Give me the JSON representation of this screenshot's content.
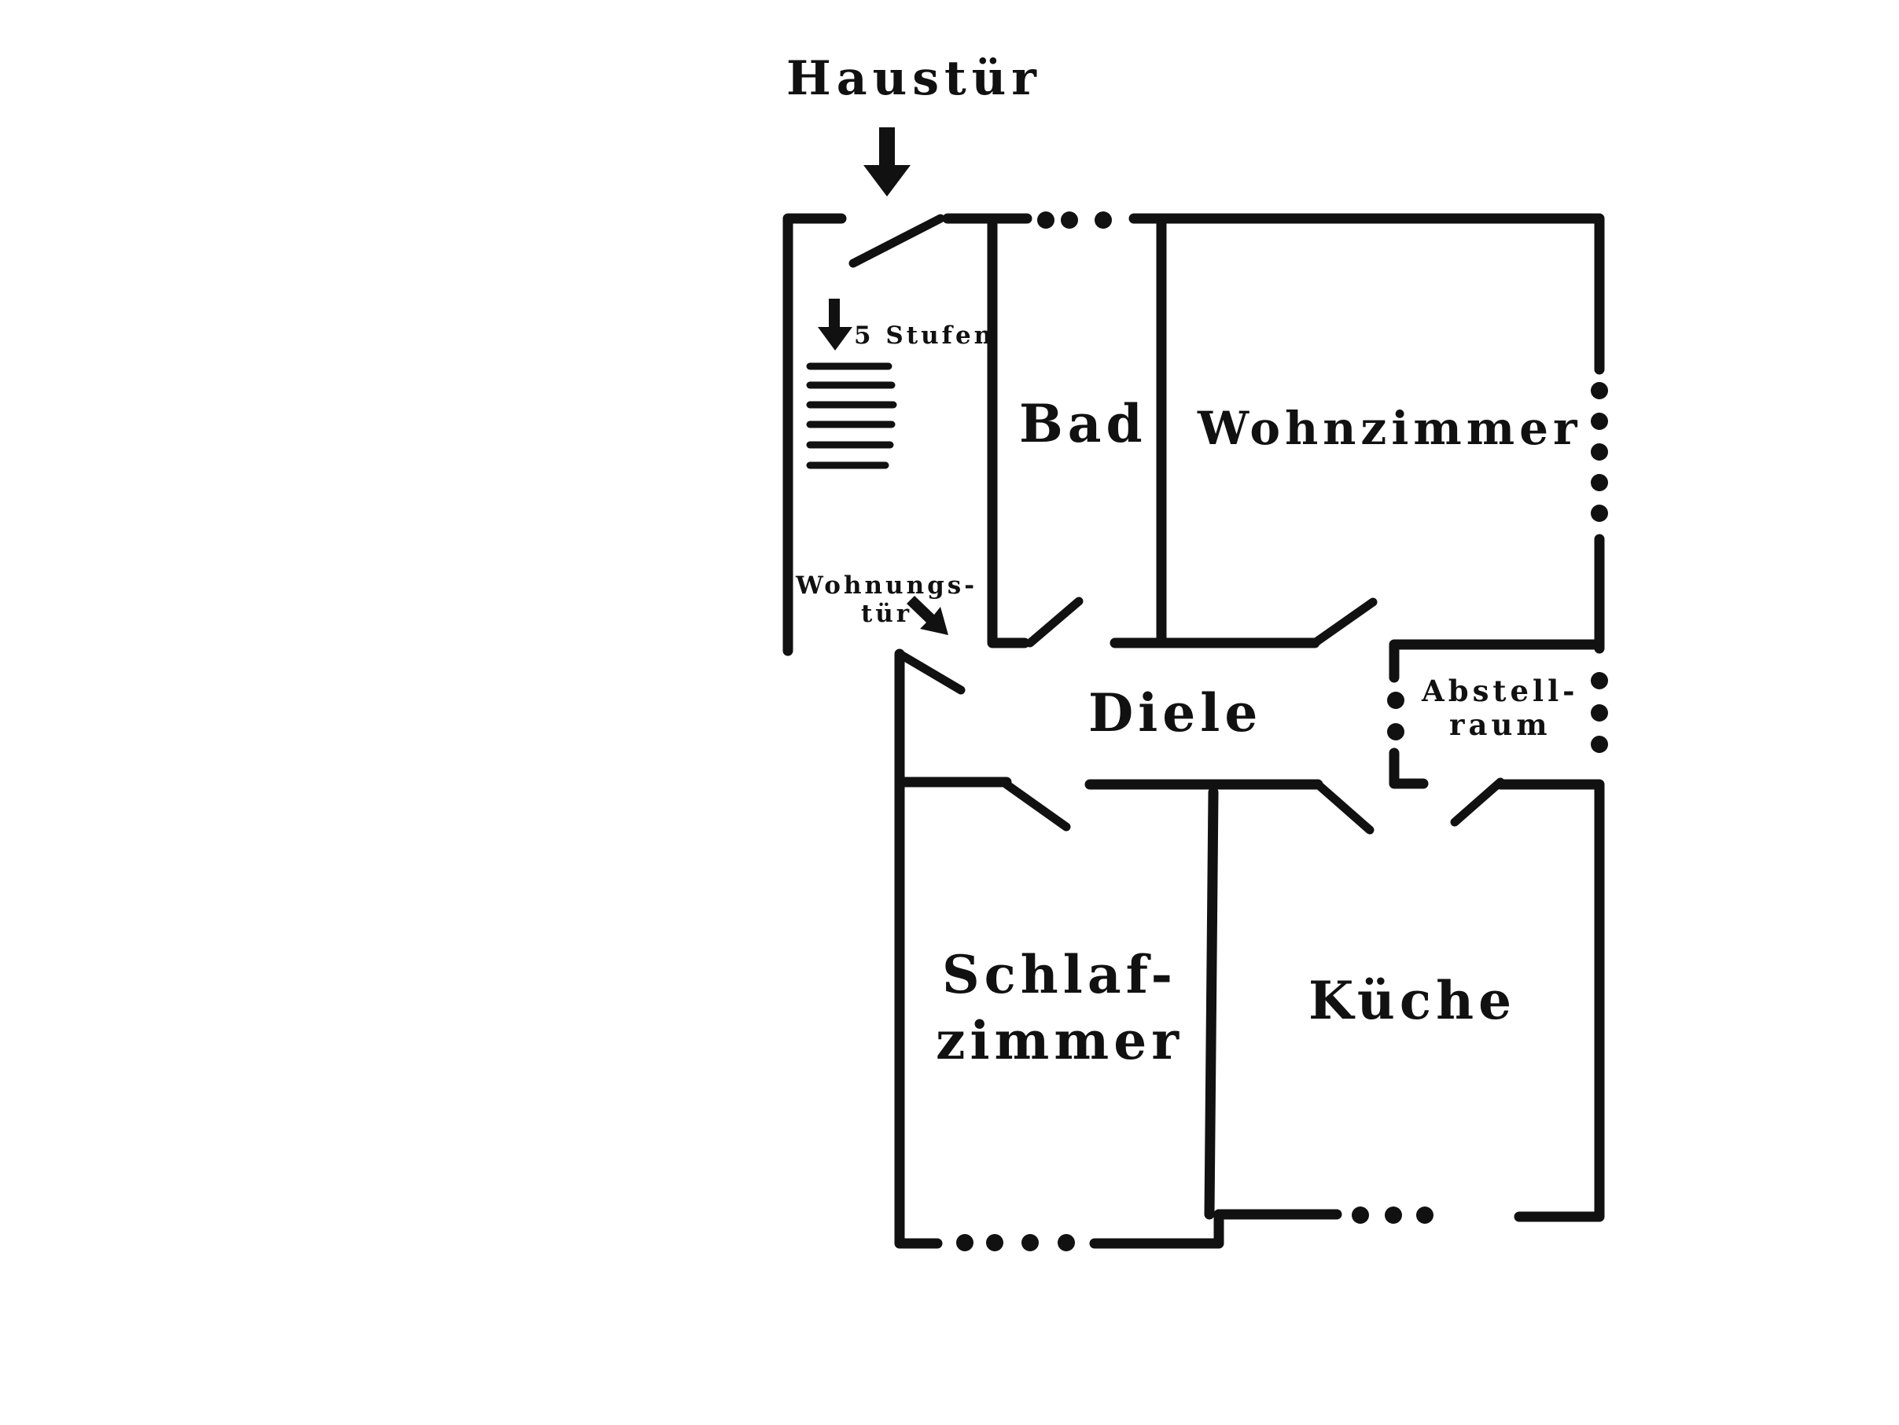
{
  "entrance": {
    "front_door_label": "Haustür",
    "steps_label": "5 Stufen",
    "apartment_door_line1": "Wohnungs-",
    "apartment_door_line2": "tür"
  },
  "rooms": {
    "bath": "Bad",
    "living": "Wohnzimmer",
    "hall": "Diele",
    "storage_line1": "Abstell-",
    "storage_line2": "raum",
    "bedroom_line1": "Schlaf-",
    "bedroom_line2": "zimmer",
    "kitchen": "Küche"
  },
  "colors": {
    "ink": "#111111",
    "background": "#ffffff"
  }
}
